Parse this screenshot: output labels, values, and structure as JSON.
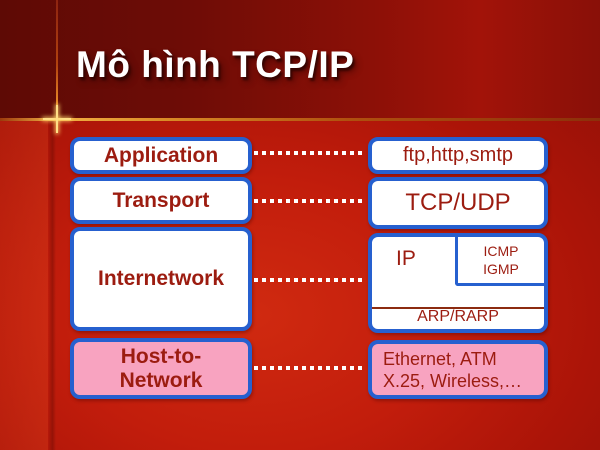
{
  "slide": {
    "title": "Mô hình TCP/IP"
  },
  "diagram": {
    "layers": {
      "application": {
        "label": "Application",
        "protocols": "ftp,http,smtp"
      },
      "transport": {
        "label": "Transport",
        "protocols": "TCP/UDP"
      },
      "internetwork": {
        "label": "Internetwork",
        "ip": "IP",
        "icmp": "ICMP",
        "igmp": "IGMP",
        "arp_rarp": "ARP/RARP"
      },
      "host_to_network": {
        "label_line1": "Host-to-",
        "label_line2": "Network",
        "protocols_line1": "Ethernet, ATM",
        "protocols_line2": "X.25, Wireless,…"
      }
    }
  },
  "colors": {
    "background_red": "#b81708",
    "top_band_dark_red": "#6d0c06",
    "accent_gold": "#f2b044",
    "box_border_blue": "#2660cf",
    "box_fill_white": "#ffffff",
    "box_fill_pink": "#f8a3c0",
    "box_text_dark_red": "#9c1c10",
    "divider_dark_red": "#8c2b10",
    "connector_white": "#ffffff",
    "title_white": "#ffffff"
  }
}
